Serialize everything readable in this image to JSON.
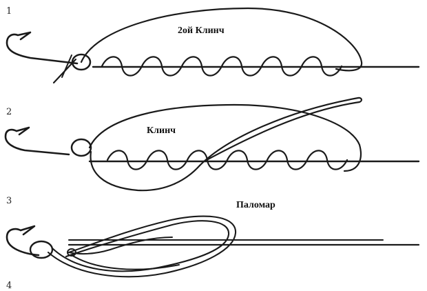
{
  "figures": [
    {
      "number": "1",
      "label": "2ой Клинч"
    },
    {
      "number": "2",
      "label": "Клинч"
    },
    {
      "number": "3",
      "label": "Паломар"
    },
    {
      "number": "4",
      "label": ""
    }
  ],
  "colors": {
    "ink": "#1a1a1a",
    "paper": "#ffffff"
  }
}
